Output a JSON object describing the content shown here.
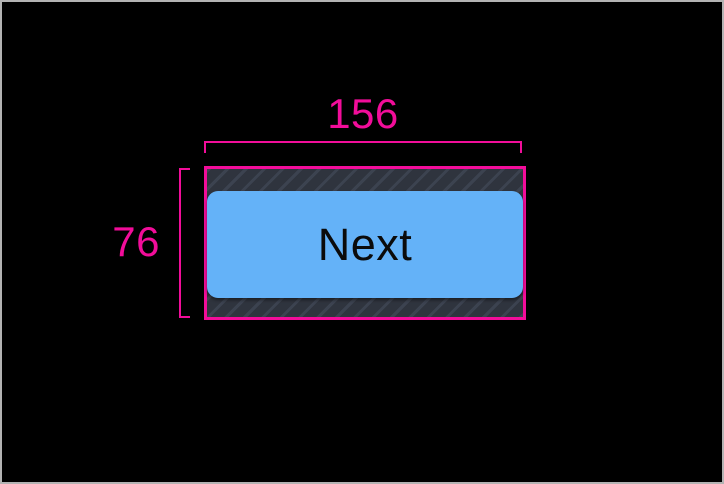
{
  "window": {
    "background": "#000000",
    "frame_border": "#b3b3b3"
  },
  "measurements": {
    "width_label": "156",
    "height_label": "76",
    "line_color": "#f20d9a"
  },
  "button": {
    "label": "Next",
    "background": "#64b2f8",
    "text_color": "#0b0b0b"
  },
  "padding": {
    "hatch_base": "#2f343e",
    "hatch_stripe": "#3c4350"
  }
}
